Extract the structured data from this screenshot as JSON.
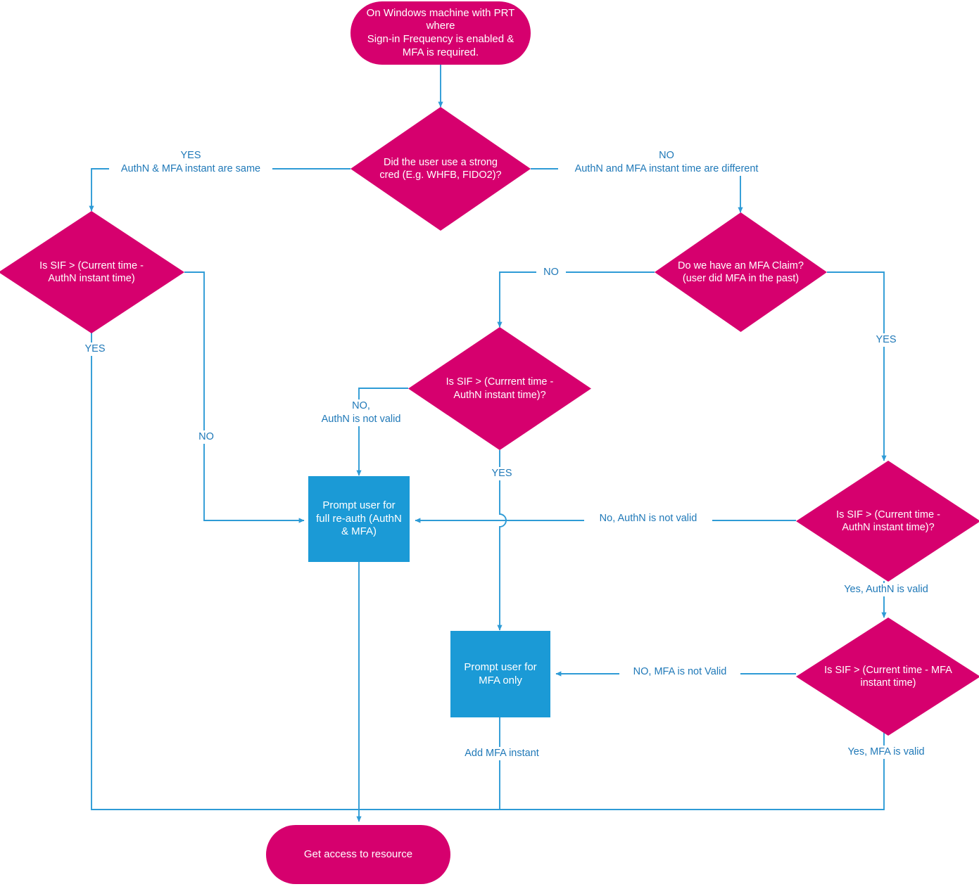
{
  "diagram": {
    "title": "Sign-in Frequency and MFA re-authentication decision flow",
    "colors": {
      "terminal_fill": "#d6006e",
      "decision_fill": "#d6006e",
      "process_fill": "#1b9ad6",
      "connector": "#2e9bd6",
      "label_text": "#2079b8",
      "node_text": "#ffffff",
      "background": "#ffffff"
    },
    "nodes": [
      {
        "id": "start",
        "type": "terminal",
        "text": "On Windows machine with PRT where\nSign-in Frequency is enabled &\nMFA is required."
      },
      {
        "id": "strong-cred",
        "type": "decision",
        "text": "Did the user use a strong\ncred (E.g. WHFB, FIDO2)?"
      },
      {
        "id": "sif-authn-left",
        "type": "decision",
        "text": "Is SIF > (Current time -\nAuthN instant time)"
      },
      {
        "id": "mfa-claim",
        "type": "decision",
        "text": "Do we have an MFA Claim?\n(user did MFA in the past)"
      },
      {
        "id": "sif-authn-middle",
        "type": "decision",
        "text": "Is SIF > (Currrent time -\nAuthN instant time)?"
      },
      {
        "id": "sif-authn-right",
        "type": "decision",
        "text": "Is SIF > (Current time -\nAuthN instant time)?"
      },
      {
        "id": "sif-mfa-right",
        "type": "decision",
        "text": "Is SIF > (Current time - MFA\ninstant time)"
      },
      {
        "id": "full-reauth",
        "type": "process",
        "text": "Prompt user for\nfull re-auth (AuthN\n& MFA)"
      },
      {
        "id": "mfa-only",
        "type": "process",
        "text": "Prompt user for\nMFA only"
      },
      {
        "id": "end",
        "type": "terminal",
        "text": "Get access to resource"
      }
    ],
    "edge_labels": [
      {
        "id": "yes-same",
        "text": "YES\nAuthN & MFA instant are same"
      },
      {
        "id": "no-different",
        "text": "NO\nAuthN and MFA instant time are different"
      },
      {
        "id": "left-yes",
        "text": "YES"
      },
      {
        "id": "left-no",
        "text": "NO"
      },
      {
        "id": "mfa-claim-no",
        "text": "NO"
      },
      {
        "id": "mfa-claim-yes",
        "text": "YES"
      },
      {
        "id": "mid-no-authn",
        "text": "NO,\nAuthN is not valid"
      },
      {
        "id": "mid-yes",
        "text": "YES"
      },
      {
        "id": "right-no-authn",
        "text": "No, AuthN is not valid"
      },
      {
        "id": "right-yes-authn",
        "text": "Yes, AuthN is valid"
      },
      {
        "id": "right-no-mfa",
        "text": "NO, MFA is not Valid"
      },
      {
        "id": "right-yes-mfa",
        "text": "Yes, MFA is valid"
      },
      {
        "id": "add-mfa-instant",
        "text": "Add MFA instant"
      }
    ]
  }
}
